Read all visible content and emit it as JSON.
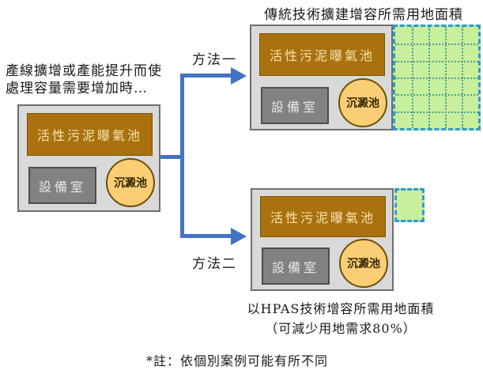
{
  "prompt": {
    "line1": "產線擴增或產能提升而使",
    "line2": "處理容量需要增加時…"
  },
  "methods": {
    "method1_label": "方法一",
    "method2_label": "方法二"
  },
  "plant": {
    "aeration_label": "活性污泥曝氣池",
    "equipment_label": "設備室",
    "sedimentation_label": "沉澱池"
  },
  "traditional": {
    "title": "傳統技術擴建增容所需用地面積",
    "expansion_grid": {
      "cols": 5,
      "rows": 6
    }
  },
  "hpas": {
    "caption_line1": "以HPAS技術增容所需用地面積",
    "caption_line2": "（可減少用地需求80%）"
  },
  "note": "*註：依個別案例可能有所不同",
  "colors": {
    "arrow_blue": "#4472c4",
    "aeration_brown": "#a9720e",
    "equipment_gray": "#828282",
    "pond_yellow": "#fbce76",
    "expansion_green": "#c8ef9c",
    "dashed_border_blue": "#2e9ad2",
    "plant_bg_gray": "#d9d9d9"
  }
}
